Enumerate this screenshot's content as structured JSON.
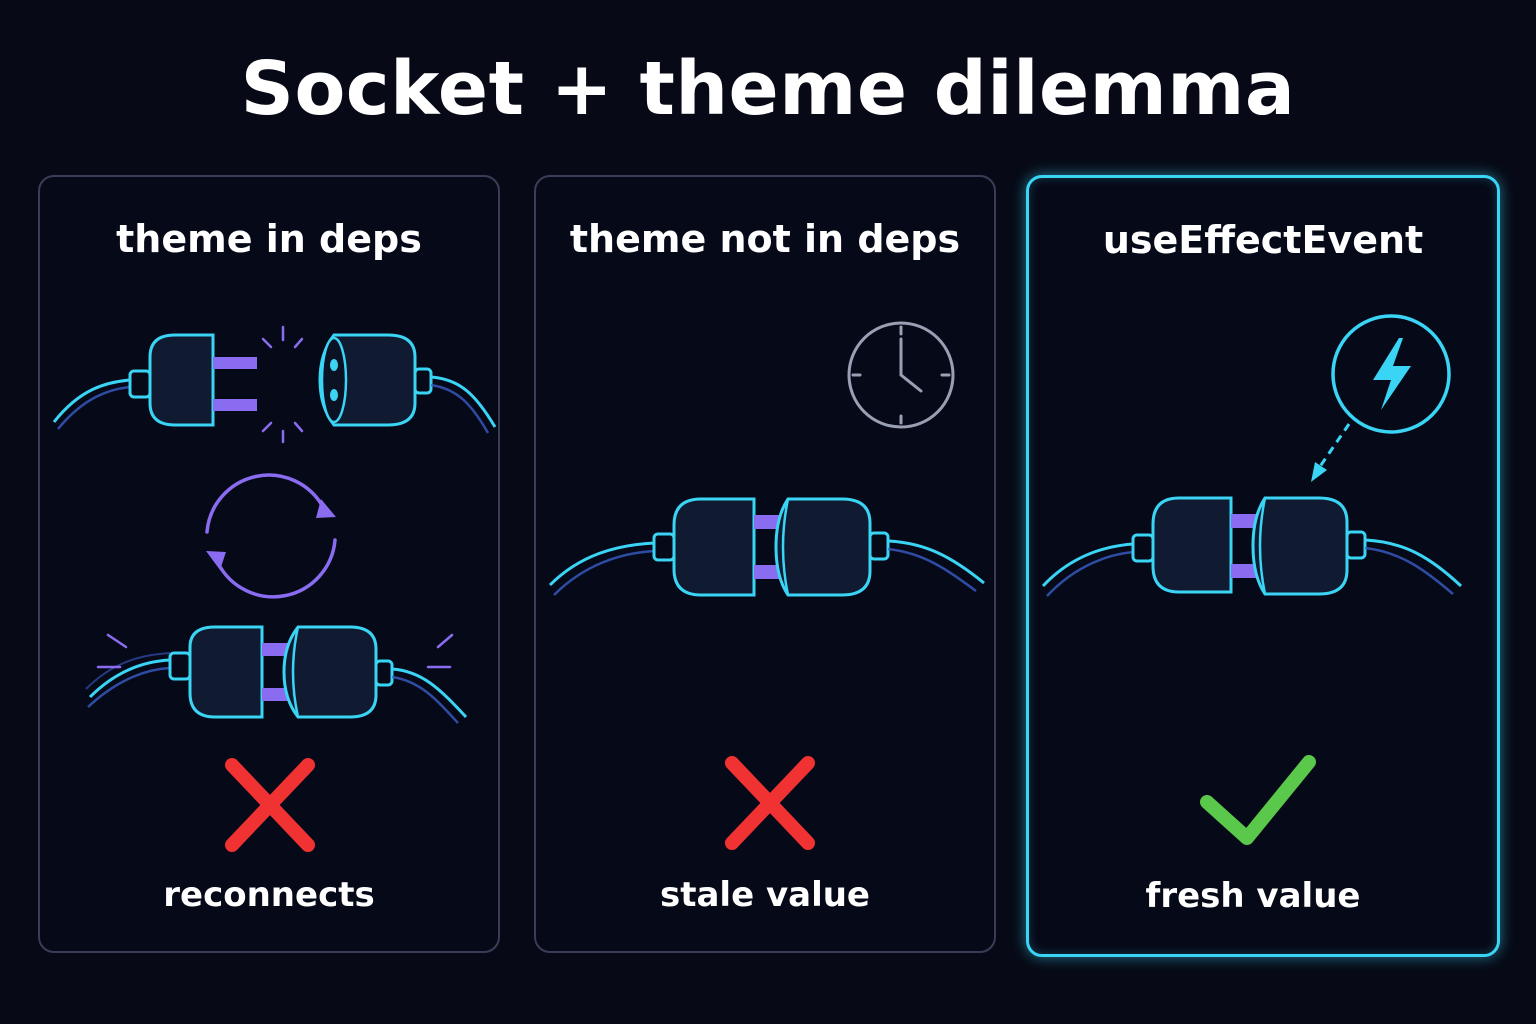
{
  "title": "Socket + theme dilemma",
  "panels": [
    {
      "title": "theme in deps",
      "caption": "reconnects",
      "result": "x-mark"
    },
    {
      "title": "theme not in deps",
      "caption": "stale value",
      "result": "x-mark"
    },
    {
      "title": "useEffectEvent",
      "caption": "fresh value",
      "result": "check-mark"
    }
  ],
  "colors": {
    "background": "#070a16",
    "plug_outline": "#3ad4f5",
    "prongs": "#8a6cf0",
    "cycle_arrows": "#8a6cf0",
    "clock": "#9aa0b4",
    "x_mark": "#f03232",
    "check_mark": "#5ac84a",
    "highlight_border": "#3ad4f5"
  }
}
